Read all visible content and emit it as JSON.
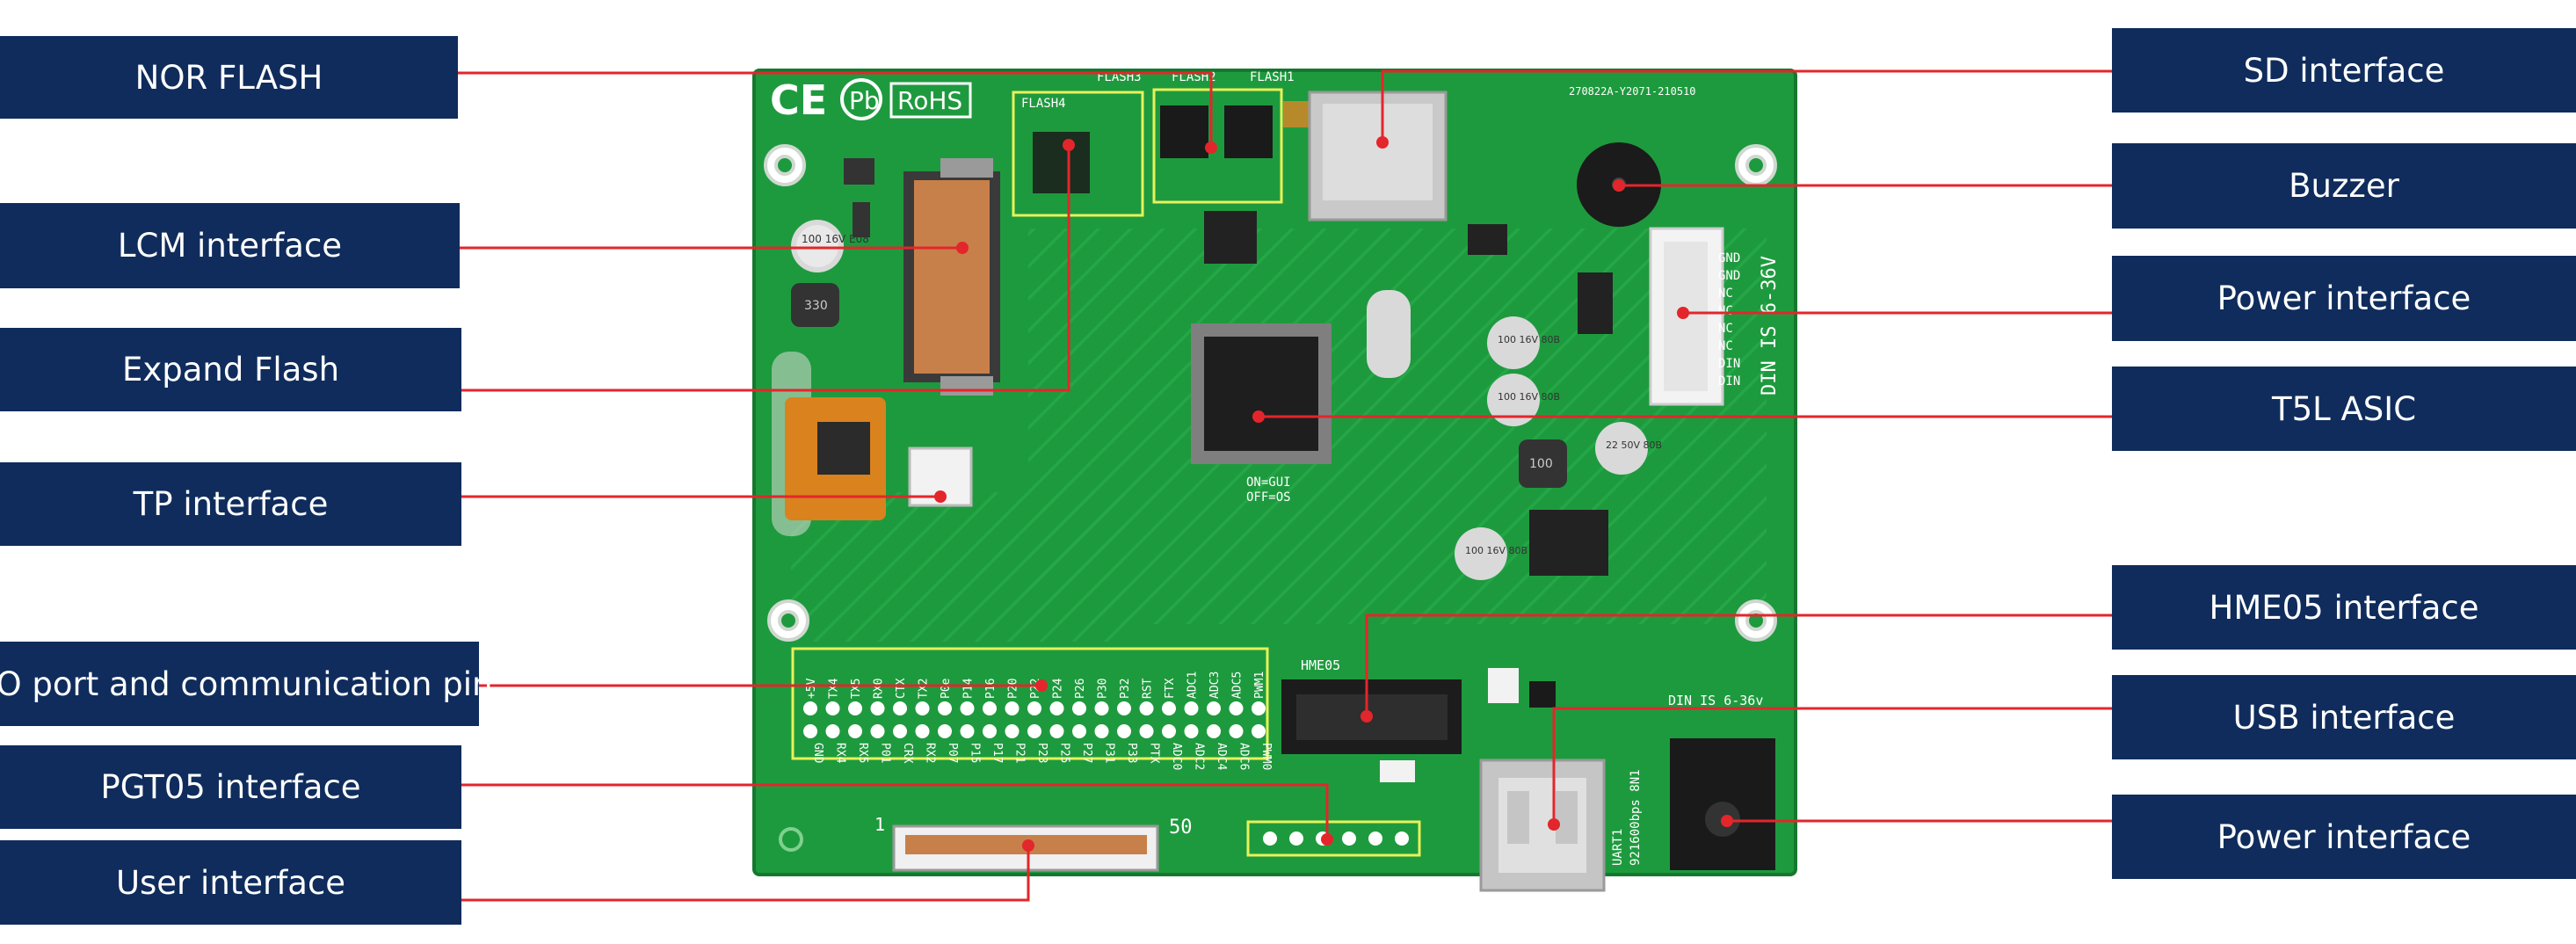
{
  "colors": {
    "label_bg": "#0f2c5c",
    "label_text": "#ffffff",
    "leader_line": "#e3262b",
    "pcb": "#1e9a3e",
    "pcb_edge": "#15782e",
    "silkscreen": "#ffffff",
    "highlight_box": "#e7f25a"
  },
  "labels_left": [
    {
      "id": "nor-flash",
      "text": "NOR FLASH"
    },
    {
      "id": "lcm-interface",
      "text": "LCM interface"
    },
    {
      "id": "expand-flash",
      "text": "Expand Flash"
    },
    {
      "id": "tp-interface",
      "text": "TP interface"
    },
    {
      "id": "io-port",
      "text": "IO port and communication pin"
    },
    {
      "id": "pgt05-interface",
      "text": "PGT05 interface"
    },
    {
      "id": "user-interface",
      "text": "User interface"
    }
  ],
  "labels_right": [
    {
      "id": "sd-interface",
      "text": "SD interface"
    },
    {
      "id": "buzzer",
      "text": "Buzzer"
    },
    {
      "id": "power-interface-top",
      "text": "Power interface"
    },
    {
      "id": "t5l-asic",
      "text": "T5L ASIC"
    },
    {
      "id": "hme05-interface",
      "text": "HME05 interface"
    },
    {
      "id": "usb-interface",
      "text": "USB interface"
    },
    {
      "id": "power-interface-bottom",
      "text": "Power interface"
    }
  ],
  "board": {
    "certifications": [
      "CE",
      "Pb",
      "RoHS"
    ],
    "serial": "270822A-Y2071-210510",
    "flash_labels": [
      "FLASH4",
      "FLASH3",
      "FLASH2",
      "FLASH1"
    ],
    "switch_text": [
      "ON=GUI",
      "OFF=OS"
    ],
    "power_pins": [
      "GND",
      "GND",
      "NC",
      "NC",
      "NC",
      "NC",
      "DIN",
      "DIN"
    ],
    "din_text": "DIN IS 6-36V",
    "din_text_bottom": "DIN IS 6-36v",
    "hme05_label": "HME05",
    "uart_text": [
      "UART1",
      "921600bps 8N1"
    ],
    "ffc_left": "1",
    "ffc_right": "50",
    "io_top_labels": [
      "+5V",
      "TX4",
      "TX5",
      "RX0",
      "CTX",
      "TX2",
      "P0e",
      "P14",
      "P16",
      "P20",
      "P22",
      "P24",
      "P26",
      "P30",
      "P32",
      "RST",
      "FTX",
      "ADC1",
      "ADC3",
      "ADC5",
      "PWM1"
    ],
    "io_bottom_labels": [
      "GND",
      "RX4",
      "RX5",
      "P01",
      "CRX",
      "RX2",
      "P07",
      "P15",
      "P17",
      "P21",
      "P23",
      "P25",
      "P27",
      "P31",
      "P33",
      "PTX",
      "ADC0",
      "ADC2",
      "ADC4",
      "ADC6",
      "PWM0"
    ],
    "cap_texts": [
      "100 16V E08",
      "100 16V 80B",
      "100 16V 80B",
      "22 50V 80B",
      "100 16V 80B"
    ],
    "inductor_texts": [
      "330",
      "100"
    ]
  }
}
